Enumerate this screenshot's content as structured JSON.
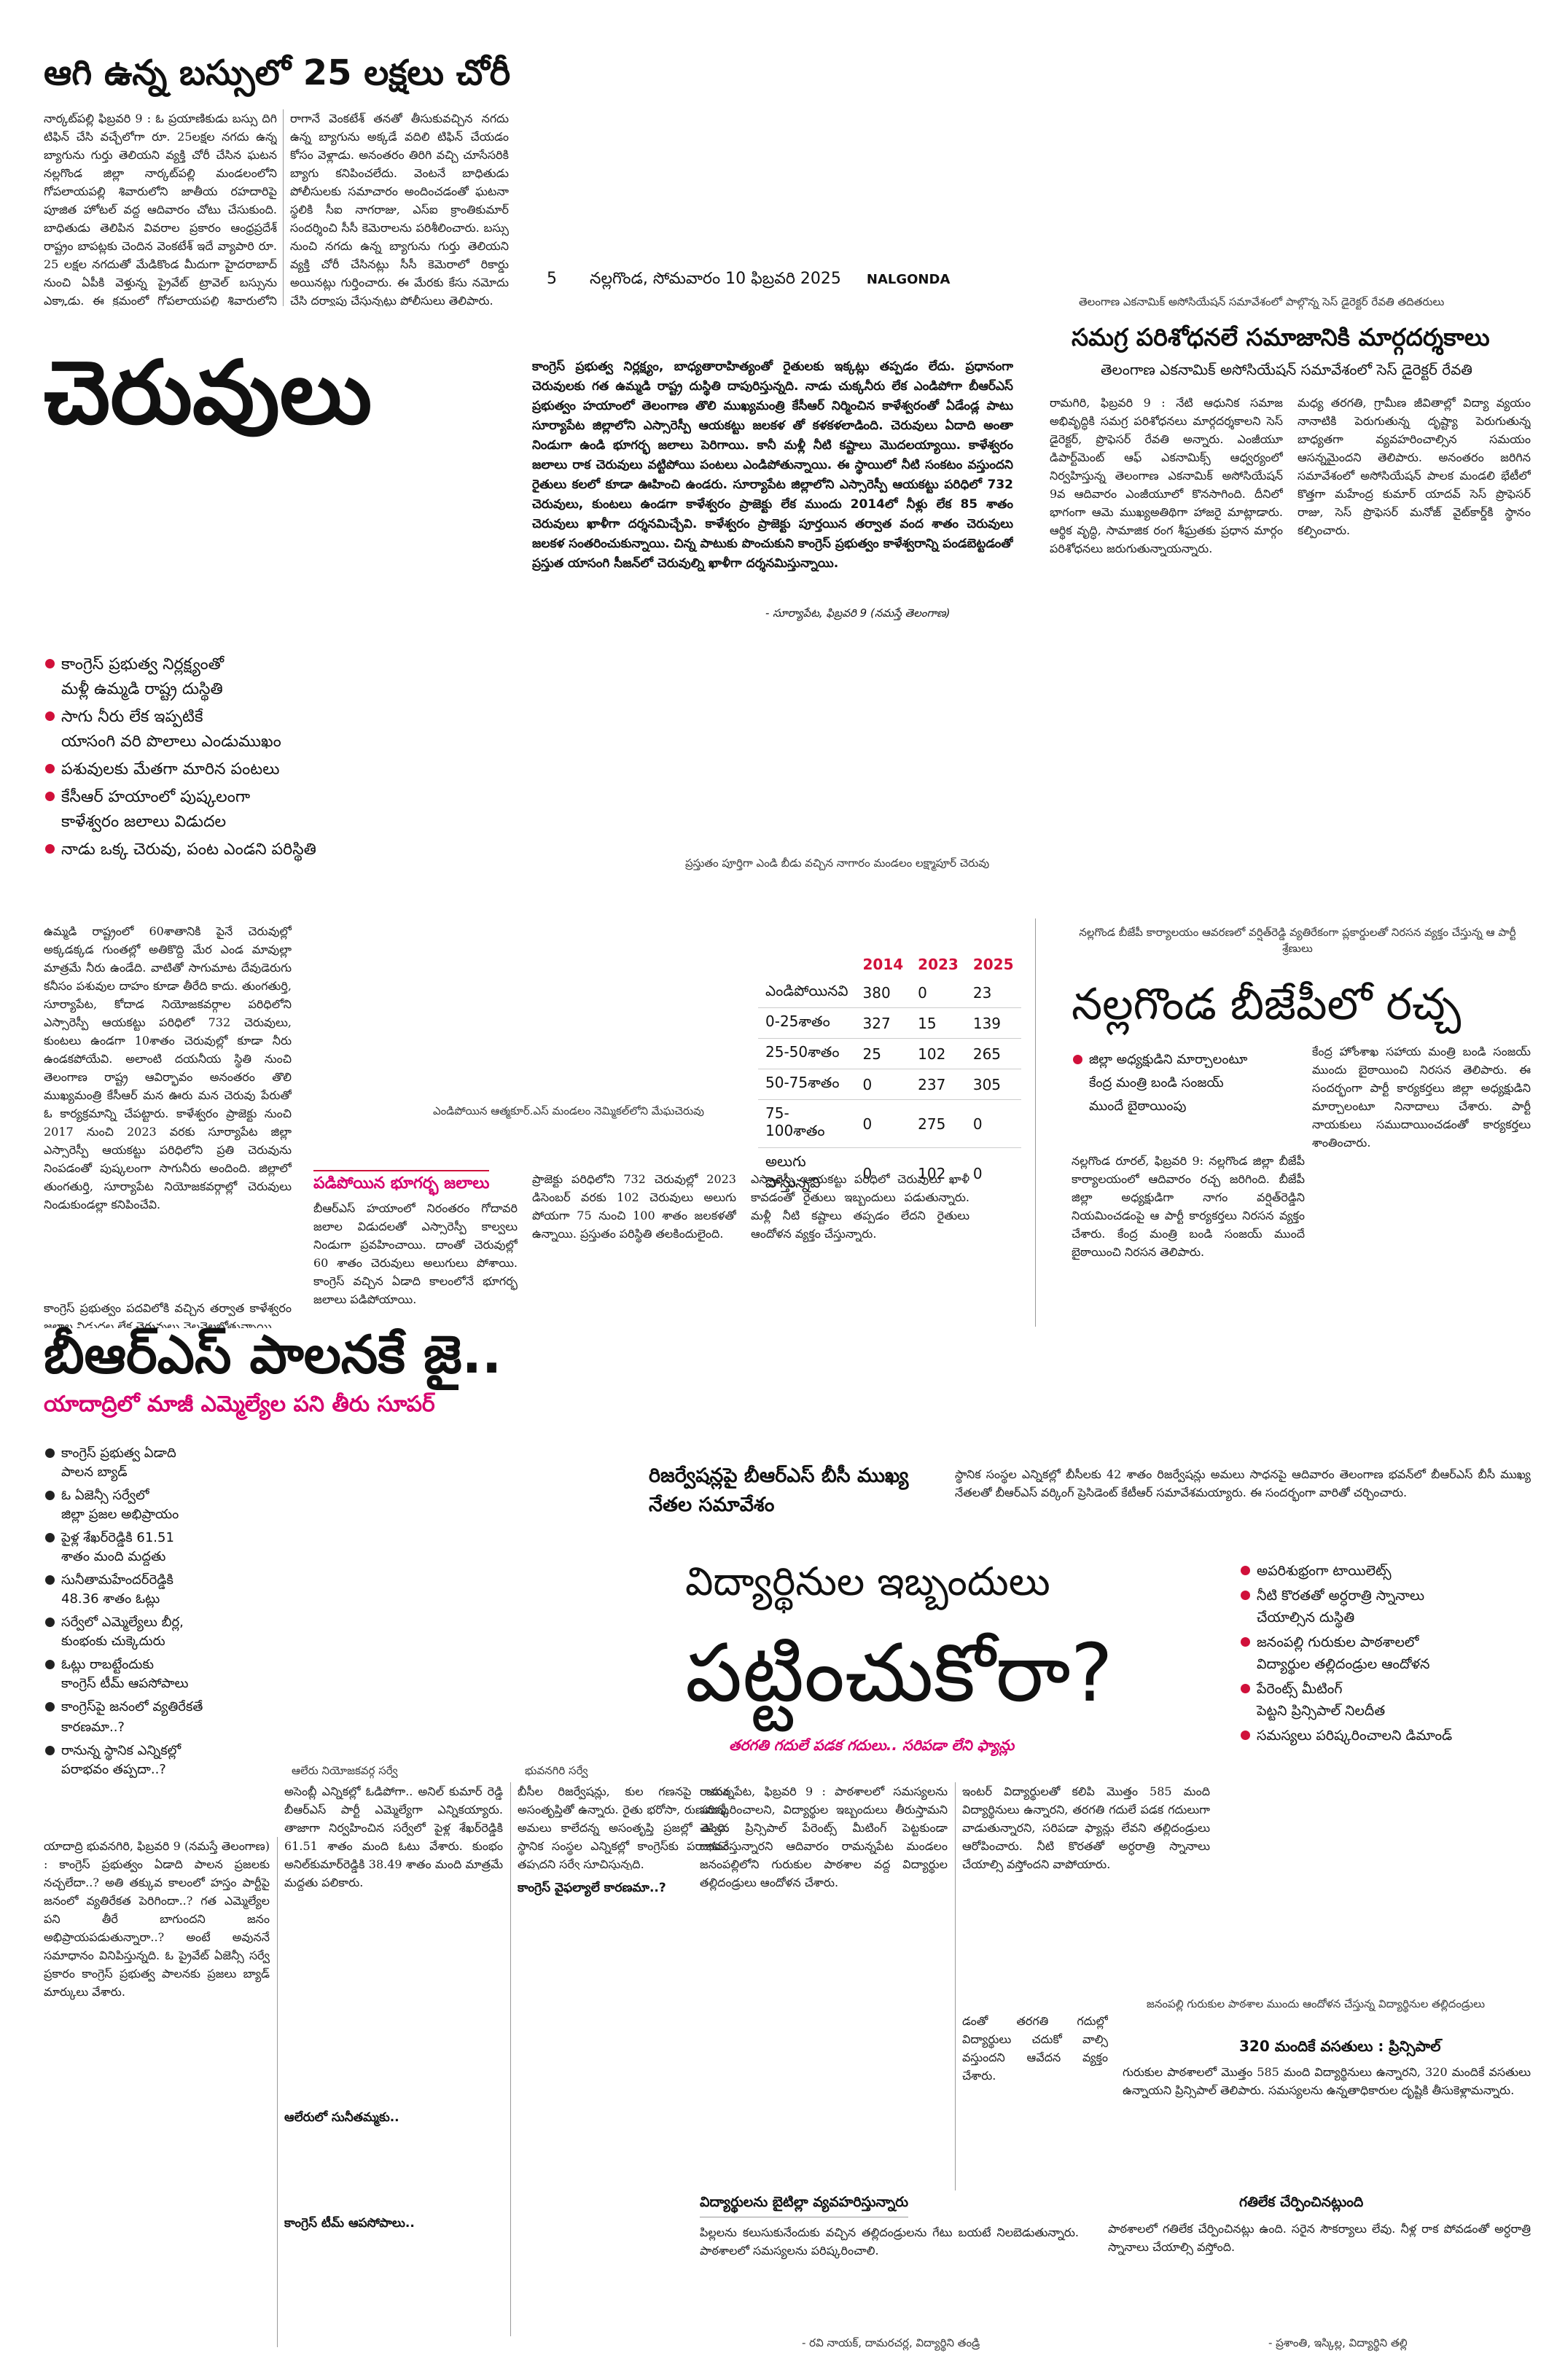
{
  "masthead": {
    "page_no": "5",
    "dateline": "నల్లగొండ, సోమవారం 10 ఫిబ్రవరి 2025",
    "edition": "NALGONDA"
  },
  "story_bus": {
    "headline": "ఆగి ఉన్న బస్సులో 25 లక్షలు చోరీ",
    "col1": "నార్కట్‌పల్లి ఫిబ్రవరి 9 : ఓ ప్రయాణికుడు బస్సు దిగి టిఫిన్ చేసి వచ్చేలోగా రూ. 25లక్షల నగదు ఉన్న బ్యాగును గుర్తు తెలియని వ్యక్తి చోరీ చేసిన ఘటన నల్లగొండ జిల్లా నార్కట్‌పల్లి మండలంలోని గోపలాయపల్లి శివారులోని జాతీయ రహదారిపై పూజిత హోటల్ వద్ద ఆదివారం చోటు చేసుకుంది. బాధితుడు తెలిపిన వివరాల ప్రకారం ఆంధ్రప్రదేశ్ రాష్ట్రం బాపట్లకు చెందిన వెంకటేశ్ ఇదే వ్యాపారి రూ. 25 లక్షల నగదుతో మేడికొండ మీదుగా హైదరాబాద్ నుంచి ఏపీకి వెళ్తున్న ప్రైవేట్ ట్రావెల్ బస్సును ఎక్కాడు. ఈ క్రమంలో గోపలాయపల్లి శివారులోని పూజిత హోటల్ వద్దకు",
    "col2": "రాగానే వెంకటేశ్ తనతో తీసుకువచ్చిన నగదు ఉన్న బ్యాగును అక్కడే వదిలి టిఫిన్ చేయడం కోసం వెళ్లాడు. అనంతరం తిరిగి వచ్చి చూసేసరికి బ్యాగు కనిపించలేదు. వెంటనే బాధితుడు పోలీసులకు సమాచారం అందించడంతో ఘటనా స్థలికి సీఐ నాగరాజు, ఎస్ఐ క్రాంతికుమార్ సందర్శించి సీసీ కెమెరాలను పరిశీలించారు. బస్సు నుంచి నగదు ఉన్న బ్యాగును గుర్తు తెలియని వ్యక్తి చోరీ చేసినట్లు సీసీ కెమెరాలో రికార్డు అయినట్లు గుర్తించారు. ఈ మేరకు కేసు నమోదు చేసి దర్యాప్తు చేస్తున్నట్లు పోలీసులు తెలిపారు."
  },
  "story_ponds": {
    "big_headline": "చెరువులు",
    "lead": "కాంగ్రెస్ ప్రభుత్వ నిర్లక్ష్యం, బాధ్యతారాహిత్యంతో రైతులకు ఇక్కట్లు తప్పడం లేదు. ప్రధానంగా చెరువులకు గత ఉమ్మడి రాష్ట్ర దుస్థితి దాపురిస్తున్నది. నాడు చుక్కనీరు లేక ఎండిపోగా బీఆర్ఎస్ ప్రభుత్వం హయాంలో తెలంగాణ తొలి ముఖ్యమంత్రి కేసీఆర్ నిర్మించిన కాళేశ్వరంతో ఏడేండ్ల పాటు సూర్యాపేట జిల్లాలోని ఎస్సారెస్పీ ఆయకట్టు జలకళ తో కళకళలాడింది. చెరువులు ఏదాది అంతా నిండుగా ఉండి భూగర్భ జలాలు పెరిగాయి. కానీ మళ్లీ నీటి కష్టాలు మొదలయ్యాయి. కాళేశ్వరం జలాలు రాక చెరువులు వట్టిపోయి పంటలు ఎండిపోతున్నాయి. ఈ స్థాయిలో నీటి సంకటం వస్తుందని రైతులు కలలో కూడా ఊహించి ఉండరు. సూర్యాపేట జిల్లాలోని ఎస్సారెస్పీ ఆయకట్టు పరిధిలో 732 చెరువులు, కుంటలు ఉండగా కాళేశ్వరం ప్రాజెక్టు లేక ముందు 2014లో నీళ్లు లేక 85 శాతం చెరువులు ఖాళీగా దర్శనమిచ్చేవి. కాళేశ్వరం ప్రాజెక్టు పూర్తయిన తర్వాత వంద శాతం చెరువులు జలకళ సంతరించుకున్నాయి. చిన్న పాటుకు పొంచుకుని కాంగ్రెస్ ప్రభుత్వం కాళేశ్వరాన్ని పండబెట్టడంతో ప్రస్తుత యాసంగి సీజన్‌లో చెరువుల్ని ఖాళీగా దర్శనమిస్తున్నాయి.",
    "byline": "- సూర్యాపేట, ఫిబ్రవరి 9 (నమస్తే తెలంగాణ)",
    "bullets": [
      "కాంగ్రెస్ ప్రభుత్వ నిర్లక్ష్యంతో",
      "మళ్లీ ఉమ్మడి రాష్ట్ర దుస్థితి",
      "సాగు నీరు లేక ఇప్పటికే",
      "యాసంగి వరి పొలాలు ఎండుముఖం",
      "పశువులకు మేతగా మారిన పంటలు",
      "కేసీఆర్ హయాంలో పుష్కలంగా",
      "కాళేశ్వరం జలాలు విడుదల",
      "నాడు ఒక్క చెరువు, పంట ఎండని పరిస్థితి"
    ],
    "photo_caption": "ప్రస్తుతం పూర్తిగా ఎండి బీడు వచ్చిన నాగారం మండలం లక్ష్మాపూర్ చెరువు",
    "body_col1": "ఉమ్మడి రాష్ట్రంలో 60శాతానికి పైనే చెరువుల్లో అక్కడక్కడ గుంతల్లో అతికొద్ది మేర ఎండ మావుల్లా మాత్రమే నీరు ఉండేది. వాటితో సాగుమాట దేవుడెరుగు కనీసం పశువుల దాహం కూడా తీరేది కాదు. తుంగతుర్తి, సూర్యాపేట, కోదాడ నియోజకవర్గాల పరిధిలోని ఎస్సారెస్పీ ఆయకట్టు పరిధిలో 732 చెరువులు, కుంటలు ఉండగా 10శాతం చెరువుల్లో కూడా నీరు ఉండకపోయేవి. అలాంటి దయనీయ స్థితి నుంచి తెలంగాణ రాష్ట్ర ఆవిర్భావం అనంతరం తొలి ముఖ్యమంత్రి కేసీఆర్ మన ఊరు మన చెరువు పేరుతో ఓ కార్యక్రమాన్ని చేపట్టారు. కాళేశ్వరం ప్రాజెక్టు నుంచి 2017 నుంచి 2023 వరకు సూర్యాపేట జిల్లా ఎస్సారెస్పీ ఆయకట్టు పరిధిలోని ప్రతి చెరువును నింపడంతో పుష్కలంగా సాగునీరు అందింది. జిల్లాలో తుంగతుర్తి, సూర్యాపేట నియోజకవర్గాల్లో చెరువులు నిండుకుండల్లా కనిపించేవి.",
    "body_col2": "కాంగ్రెస్ ప్రభుత్వం పదవిలోకి వచ్చిన తర్వాత కాళేశ్వరం జలాల విడుదల లేక చెరువులు వెలవెలబోతున్నాయి.",
    "photo_credit": "ఎండిపోయిన ఆత్మకూర్.ఎస్ మండలం నెమ్మికల్‌లోని మేఘచెరువు",
    "table": {
      "headers": [
        "",
        "2014",
        "2023",
        "2025"
      ],
      "rows": [
        [
          "ఎండిపోయినవి",
          "380",
          "0",
          "23"
        ],
        [
          "0-25శాతం",
          "327",
          "15",
          "139"
        ],
        [
          "25-50శాతం",
          "25",
          "102",
          "265"
        ],
        [
          "50-75శాతం",
          "0",
          "237",
          "305"
        ],
        [
          "75-100శాతం",
          "0",
          "275",
          "0"
        ],
        [
          "అలుగు పోస్తున్నవి",
          "0",
          "102",
          "0"
        ]
      ]
    },
    "sub_head": "పడిపోయిన భూగర్భ జలాలు",
    "body_col3": "బీఆర్ఎస్ హయాంలో నిరంతరం గోదావరి జలాల విడుదలతో ఎస్సారెస్పీ కాల్వలు నిండుగా ప్రవహించాయి. దాంతో చెరువుల్లో 60 శాతం చెరువులు అలుగులు పోశాయి. కాంగ్రెస్ వచ్చిన ఏడాది కాలంలోనే భూగర్భ జలాలు పడిపోయాయి.",
    "body_col4": "ప్రాజెక్టు పరిధిలోని 732 చెరువుల్లో 2023 డిసెంబర్ వరకు 102 చెరువులు అలుగు పోయగా 75 నుంచి 100 శాతం జలకళతో ఉన్నాయి. ప్రస్తుతం పరిస్థితి తలకిందులైంది.",
    "body_col5": "ఎస్సారెస్పీ ఆయకట్టు పరిధిలో చెరువులు ఖాళీ కావడంతో రైతులు ఇబ్బందులు పడుతున్నారు. మళ్లీ నీటి కష్టాలు తప్పడం లేదని రైతులు ఆందోళన వ్యక్తం చేస్తున్నారు."
  },
  "story_economic": {
    "kicker": "తెలంగాణ ఎకనామిక్ అసోసియేషన్ సమావేశంలో పాల్గొన్న సెస్ డైరెక్టర్ రేవతి తదితరులు",
    "headline": "సమగ్ర పరిశోధనలే సమాజానికి మార్గదర్శకాలు",
    "sub": "తెలంగాణ ఎకనామిక్ అసోసియేషన్ సమావేశంలో సెస్ డైరెక్టర్ రేవతి",
    "col1": "రామగిరి, ఫిబ్రవరి 9 : నేటి ఆధునిక సమాజ అభివృద్ధికి సమగ్ర పరిశోధనలు మార్గదర్శకాలని సెస్ డైరెక్టర్, ప్రొఫెసర్ రేవతి అన్నారు. ఎంజీయూ డిపార్ట్‌మెంట్ ఆఫ్ ఎకనామిక్స్ ఆధ్వర్యంలో నిర్వహిస్తున్న తెలంగాణ ఎకనామిక్ అసోసియేషన్ 9వ ఆదివారం ఎంజీయూలో కొనసాగింది. దీనిలో భాగంగా ఆమె ముఖ్యఅతిథిగా హాజరై మాట్లాడారు. ఆర్థిక వృద్ధి, సామాజిక రంగ శీఘ్రతకు ప్రధాన మార్గం పరిశోధనలు జరుగుతున్నాయన్నారు.",
    "col2": "మధ్య తరగతి, గ్రామీణ జీవితాల్లో విద్యా వ్యయం నానాటికి పెరుగుతున్న దృష్ట్యా పెరుగుతున్న బాధ్యతగా వ్యవహరించాల్సిన సమయం ఆసన్నమైందని తెలిపారు. అనంతరం జరిగిన సమావేశంలో అసోసియేషన్ పాలక మండలి భేటీలో కొత్తగా మహేంద్ర కుమార్ యాదవ్ సెస్ ప్రొఫెసర్ రాజు, సెస్ ప్రొఫెసర్ మనోజ్ వైట్‌కార్డ్‌కి స్థానం కల్పించారు."
  },
  "story_bjp": {
    "kicker": "నల్లగొండ బీజేపీ కార్యాలయం ఆవరణలో వర్షిత్‌రెడ్డి వ్యతిరేకంగా ప్లకార్డులతో నిరసన వ్యక్తం చేస్తున్న ఆ పార్టీ శ్రేణులు",
    "headline": "నల్లగొండ బీజేపీలో రచ్చ",
    "bullets": [
      "జిల్లా అధ్యక్షుడిని మార్చాలంటూ",
      "కేంద్ర మంత్రి బండి సంజయ్",
      "ముందే బైఠాయింపు"
    ],
    "col1": "నల్లగొండ రూరల్, ఫిబ్రవరి 9: నల్లగొండ జిల్లా బీజేపీ కార్యాలయంలో ఆదివారం రచ్చ జరిగింది. బీజేపీ జిల్లా అధ్యక్షుడిగా నాగం వర్షిత్‌రెడ్డిని నియమించడంపై ఆ పార్టీ కార్యకర్తలు నిరసన వ్యక్తం చేశారు. కేంద్ర మంత్రి బండి సంజయ్ ముందే బైఠాయించి నిరసన తెలిపారు.",
    "col2": "కేంద్ర హోంశాఖ సహాయ మంత్రి బండి సంజయ్ ముందు బైఠాయించి నిరసన తెలిపారు. ఈ సందర్భంగా పార్టీ కార్యకర్తలు జిల్లా అధ్యక్షుడిని మార్చాలంటూ నినాదాలు చేశారు. పార్టీ నాయకులు సముదాయించడంతో కార్యకర్తలు శాంతించారు."
  },
  "story_brs": {
    "headline": "బీఆర్ఎస్ పాలనకే జై..",
    "sub": "యాదాద్రిలో మాజీ ఎమ్మెల్యేల పని తీరు సూపర్",
    "bullets": [
      "కాంగ్రెస్ ప్రభుత్వ ఏడాది",
      "పాలన బ్యాడ్",
      "ఓ ఏజెన్సీ సర్వేలో",
      "జిల్లా ప్రజల అభిప్రాయం",
      "పైళ్ల శేఖర్‌రెడ్డికి 61.51",
      "శాతం మంది మద్దతు",
      "సునీతామహేందర్‌రెడ్డికి",
      "48.36 శాతం ఓట్లు",
      "సర్వేలో ఎమ్మెల్యేలు బీర్ల,",
      "కుంభంకు చుక్కెదురు",
      "ఓట్లు రాబట్టేందుకు",
      "కాంగ్రెస్ టీమ్ ఆపసోపాలు",
      "కాంగ్రెస్‌పై జనంలో వ్యతిరేకతే కారణమా..?",
      "రానున్న స్థానిక ఎన్నికల్లో",
      "పరాభవం తప్పదా..?"
    ],
    "label_aleru": "ఆలేరు నియోజకవర్గ సర్వే",
    "label_bhuvanagiri": "భువనగిరి సర్వే",
    "col1": "యాదాద్రి భువనగిరి, ఫిబ్రవరి 9 (నమస్తే తెలంగాణ) : కాంగ్రెస్ ప్రభుత్వం ఏడాది పాలన ప్రజలకు నచ్చలేదా..? అతి తక్కువ కాలంలో హస్తం పార్టీపై జనంలో వ్యతిరేకత పెరిగిందా..? గత ఎమ్మెల్యేల పని తీరే బాగుందని జనం అభిప్రాయపడుతున్నారా..? అంటే అవుననే సమాధానం వినిపిస్తున్నది. ఓ ప్రైవేట్ ఏజెన్సీ సర్వే ప్రకారం కాంగ్రెస్ ప్రభుత్వ పాలనకు ప్రజలు బ్యాడ్ మార్కులు వేశారు.",
    "col2": "అసెంబ్లీ ఎన్నికల్లో ఓడిపోగా.. అనిల్ కుమార్ రెడ్డి బీఆర్ఎస్ పార్టీ ఎమ్మెల్యేగా ఎన్నికయ్యారు. తాజాగా నిర్వహించిన సర్వేలో పైళ్ల శేఖర్‌రెడ్డికి 61.51 శాతం మంది ఓటు వేశారు. కుంభం అనిల్‌కుమార్‌రెడ్డికి 38.49 శాతం మంది మాత్రమే మద్దతు పలికారు.",
    "sub_col2": "ఆలేరులో సునీతమ్మకు..",
    "sub_col2b": "కాంగ్రెస్ టీమ్ ఆపసోపాలు..",
    "col3": "బీసీల రిజర్వేషన్లు, కుల గణనపై జనం అసంతృప్తితో ఉన్నారు. రైతు భరోసా, రుణమాఫీ అమలు కాలేదన్న అసంతృప్తి ప్రజల్లో ఉంది. స్థానిక సంస్థల ఎన్నికల్లో కాంగ్రెస్‌కు పరాభవం తప్పదని సర్వే సూచిస్తున్నది.",
    "sub_col3": "కాంగ్రెస్ వైఫల్యాలే కారణమా..?"
  },
  "story_bc": {
    "headline": "రిజర్వేషన్లపై బీఆర్ఎస్ బీసీ ముఖ్య నేతల సమావేశం",
    "text": "స్థానిక సంస్థల ఎన్నికల్లో బీసీలకు 42 శాతం రిజర్వేషన్లు అమలు సాధనపై ఆదివారం తెలంగాణ భవన్‌లో బీఆర్ఎస్ బీసీ ముఖ్య నేతలతో బీఆర్ఎస్ వర్కింగ్ ప్రెసిడెంట్ కేటీఆర్ సమావేశమయ్యారు. ఈ సందర్భంగా వారితో చర్చించారు."
  },
  "story_students": {
    "headline_top": "విద్యార్థినుల ఇబ్బందులు",
    "headline_big": "పట్టించుకోరా?",
    "tagline": "తరగతి గదులే పడక గదులు.. సరిపడా లేని ఫ్యాన్లు",
    "bullets": [
      "అపరిశుభ్రంగా టాయిలెట్స్",
      "నీటి కొరతతో అర్ధరాత్రి స్నానాలు",
      "చేయాల్సిన దుస్థితి",
      "జనంపల్లి గురుకుల పాఠశాలలో",
      "విద్యార్థుల తల్లిదండ్రుల ఆందోళన",
      "పేరెంట్స్ మీటింగ్",
      "పెట్టని ప్రిన్సిపాల్ నిలదీత",
      "సమస్యలు పరిష్కరించాలని డిమాండ్"
    ],
    "col1": "రామన్నపేట, ఫిబ్రవరి 9 : పాఠశాలలో సమస్యలను పరిష్కరించాలని, విద్యార్థుల ఇబ్బందులు తీరుస్తామని చెప్పిన ప్రిన్సిపాల్ పేరెంట్స్ మీటింగ్ పెట్టకుండా దాటవేస్తున్నారని ఆదివారం రామన్నపేట మండలం జనంపల్లిలోని గురుకుల పాఠశాల వద్ద విద్యార్థుల తల్లిదండ్రులు ఆందోళన చేశారు.",
    "col2": "ఇంటర్ విద్యార్థులతో కలిపి మొత్తం 585 మంది విద్యార్థినులు ఉన్నారని, తరగతి గదులే పడక గదులుగా వాడుతున్నారని, సరిపడా ఫ్యాన్లు లేవని తల్లిదండ్రులు ఆరోపించారు. నీటి కొరతతో అర్ధరాత్రి స్నానాలు చేయాల్సి వస్తోందని వాపోయారు.",
    "sub_left": "విద్యార్థులను బైటిల్లా వ్యవహరిస్తున్నారు",
    "sub_left_text": "పిల్లలను కలుసుకునేందుకు వచ్చిన తల్లిదండ్రులను గేటు బయటే నిలబెడుతున్నారు. పాఠశాలలో సమస్యలను పరిష్కరించాలి.",
    "byline_left": "- రవి నాయక్, దామరచర్ల, విద్యార్థిని తండ్రి",
    "photo_caption": "జనంపల్లి గురుకుల పాఠశాల ముందు ఆందోళన చేస్తున్న విద్యార్థినుల తల్లిదండ్రులు",
    "sub_right": "320 మందికే వసతులు : ప్రిన్సిపాల్",
    "right_text": "గురుకుల పాఠశాలలో మొత్తం 585 మంది విద్యార్థినులు ఉన్నారని, 320 మందికే వసతులు ఉన్నాయని ప్రిన్సిపాల్ తెలిపారు. సమస్యలను ఉన్నతాధికారుల దృష్టికి తీసుకెళ్లామన్నారు.",
    "sub_right2": "గతిలేక చేర్పించినట్లుంది",
    "right2_text": "పాఠశాలలో గతిలేక చేర్పించినట్లు ఉంది. సరైన సౌకర్యాలు లేవు. నీళ్ల రాక పోవడంతో అర్ధరాత్రి స్నానాలు చేయాల్సి వస్తోంది.",
    "byline_right": "- ప్రశాంతి, ఇస్కిల్ల, విద్యార్థిని తల్లి",
    "photo_note": "డంతో తరగతి గదుల్లో విద్యార్థులు చదుకో వాల్సి వస్తుందని ఆవేదన వ్యక్తం చేశారు."
  },
  "colors": {
    "accent_red": "#d0103a",
    "accent_pink": "#d6006e",
    "ink": "#111111"
  }
}
